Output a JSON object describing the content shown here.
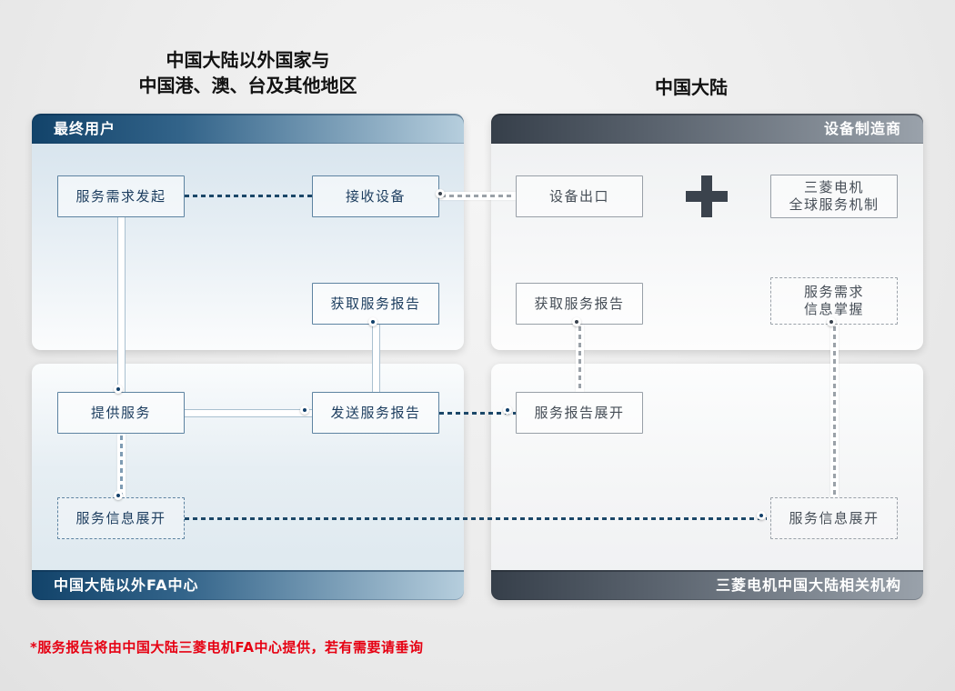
{
  "titles": {
    "left_line1": "中国大陆以外国家与",
    "left_line2": "中国港、澳、台及其他地区",
    "right": "中国大陆"
  },
  "panels": {
    "top_left": {
      "header": "最终用户"
    },
    "top_right": {
      "header": "设备制造商"
    },
    "bottom_left": {
      "footer": "中国大陆以外FA中心"
    },
    "bottom_right": {
      "footer": "三菱电机中国大陆相关机构"
    }
  },
  "boxes": {
    "service_request": {
      "label": "服务需求发起"
    },
    "receive_equipment": {
      "label": "接收设备"
    },
    "get_report_left": {
      "label": "获取服务报告"
    },
    "provide_service": {
      "label": "提供服务"
    },
    "send_report": {
      "label": "发送服务报告"
    },
    "service_info_left": {
      "label": "服务信息展开"
    },
    "equipment_export": {
      "label": "设备出口"
    },
    "mitsubishi_global": {
      "line1": "三菱电机",
      "line2": "全球服务机制"
    },
    "get_report_right": {
      "label": "获取服务报告"
    },
    "demand_info": {
      "line1": "服务需求",
      "line2": "信息掌握"
    },
    "report_expand": {
      "label": "服务报告展开"
    },
    "service_info_right": {
      "label": "服务信息展开"
    }
  },
  "icons": {
    "plus": "plus-icon"
  },
  "note": "*服务报告将由中国大陆三菱电机FA中心提供，若有需要请垂询",
  "colors": {
    "accent_navy": "#12406a",
    "slate": "#39424d",
    "blue_border": "#5d83a1",
    "gray_border": "#9aa1a9",
    "header_blue_start": "#12436a",
    "header_blue_end": "#b6cedd",
    "header_gray_start": "#363f4a",
    "header_gray_end": "#9aa2ab",
    "note_red": "#e60012"
  }
}
